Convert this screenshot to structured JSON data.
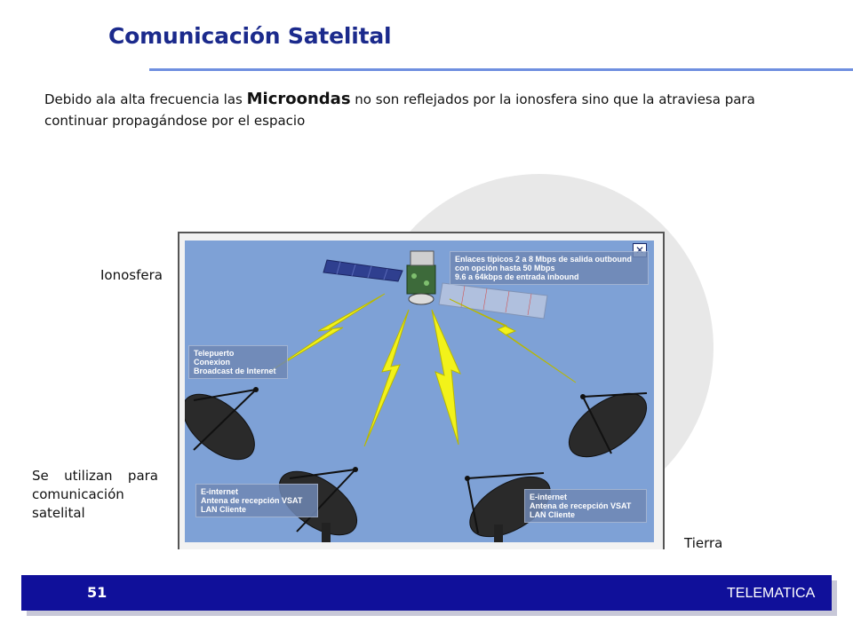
{
  "slide": {
    "title": "Comunicación Satelital",
    "intro": {
      "before": "Debido ala alta frecuencia las ",
      "emphasis": "Microondas",
      "after": " no son reflejados por la ionosfera sino que la atraviesa para continuar propagándose por el espacio"
    },
    "labels": {
      "ionosphere": "Ionosfera",
      "earth": "Tierra",
      "usage_line1": "Se utilizan para",
      "usage_line2": "comunicación",
      "usage_line3": "satelital"
    },
    "figure": {
      "close_symbol": "✕",
      "satellite_info": [
        "Enlaces típicos 2 a 8 Mbps de salida outbound",
        "con opción hasta 50 Mbps",
        "9.6 a 64kbps de entrada inbound"
      ],
      "teleport_info": [
        "Telepuerto",
        "Conexion",
        "Broadcast de Internet"
      ],
      "receiver_left_info": [
        "E-internet",
        "Antena de recepción VSAT",
        "LAN Cliente"
      ],
      "receiver_right_info": [
        "E-internet",
        "Antena de recepción VSAT",
        "LAN Cliente"
      ]
    },
    "footer": {
      "page_number": "51",
      "course": "TELEMATICA"
    }
  },
  "colors": {
    "title": "#1b2a8c",
    "rule": "#6f8fe0",
    "footer": "#10109a",
    "sky": "#7ea1d6"
  }
}
